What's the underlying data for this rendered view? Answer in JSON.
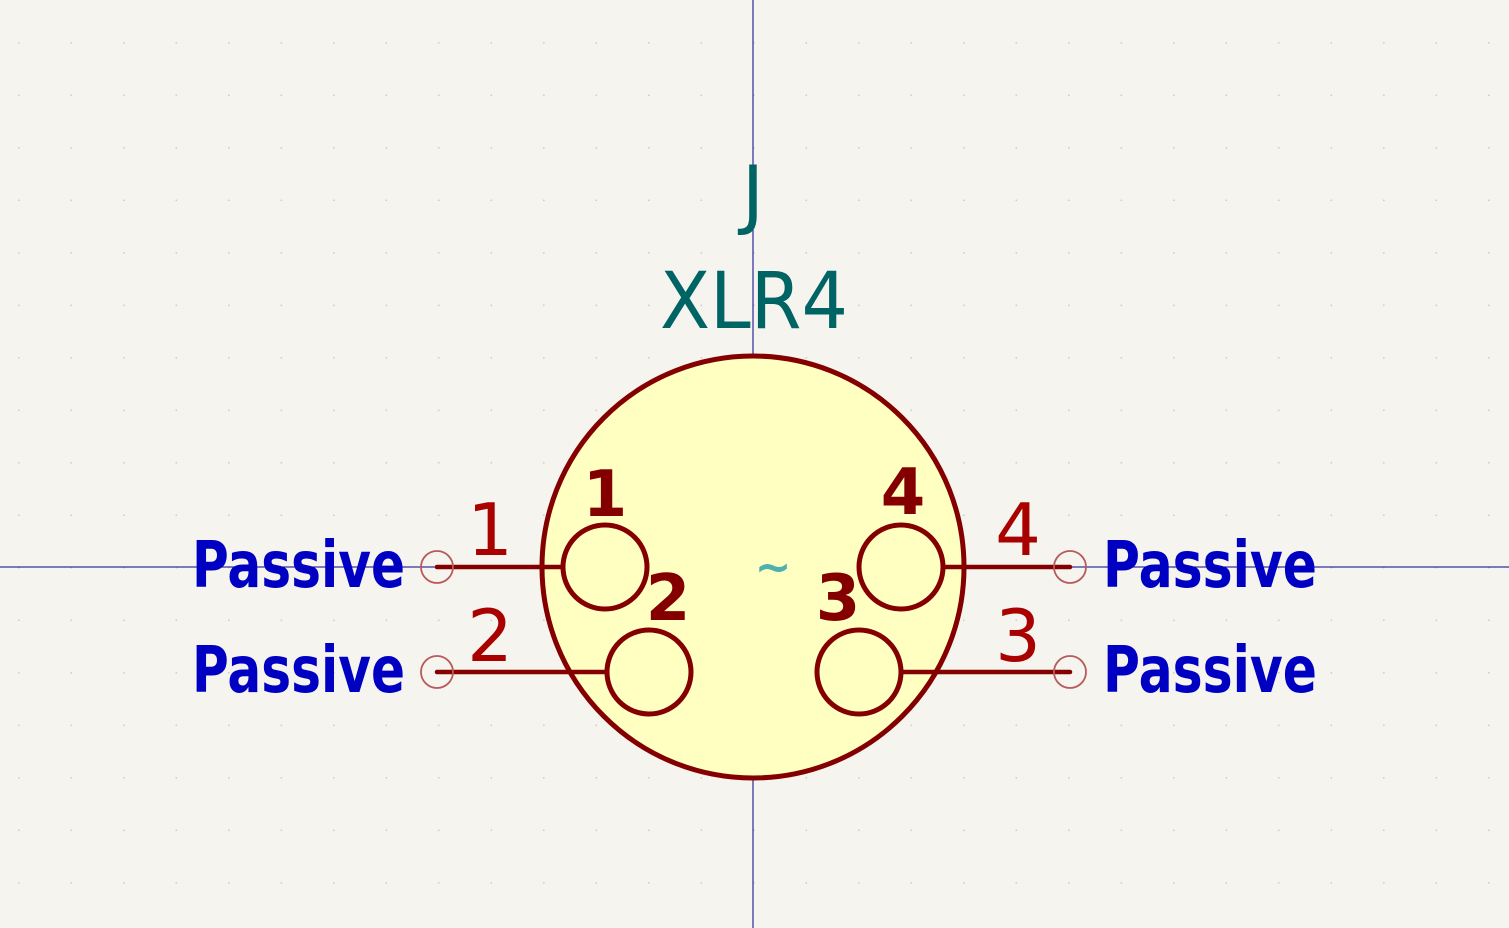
{
  "symbol": {
    "reference": "J",
    "value": "XLR4",
    "tilde": "~"
  },
  "body_labels": [
    "1",
    "2",
    "3",
    "4"
  ],
  "pins": [
    {
      "number": "1",
      "type": "Passive"
    },
    {
      "number": "2",
      "type": "Passive"
    },
    {
      "number": "3",
      "type": "Passive"
    },
    {
      "number": "4",
      "type": "Passive"
    }
  ],
  "colors": {
    "bg": "#f5f4ef",
    "axis": "#00008b",
    "body-fill": "#ffffc2",
    "outline": "#840000",
    "pin": "#840000",
    "pin-end": "#b85a5a",
    "field": "#006464",
    "tilde": "#4fb0ae",
    "body-text": "#840000",
    "pin-num": "#a90000",
    "pin-type": "#0000c2"
  }
}
